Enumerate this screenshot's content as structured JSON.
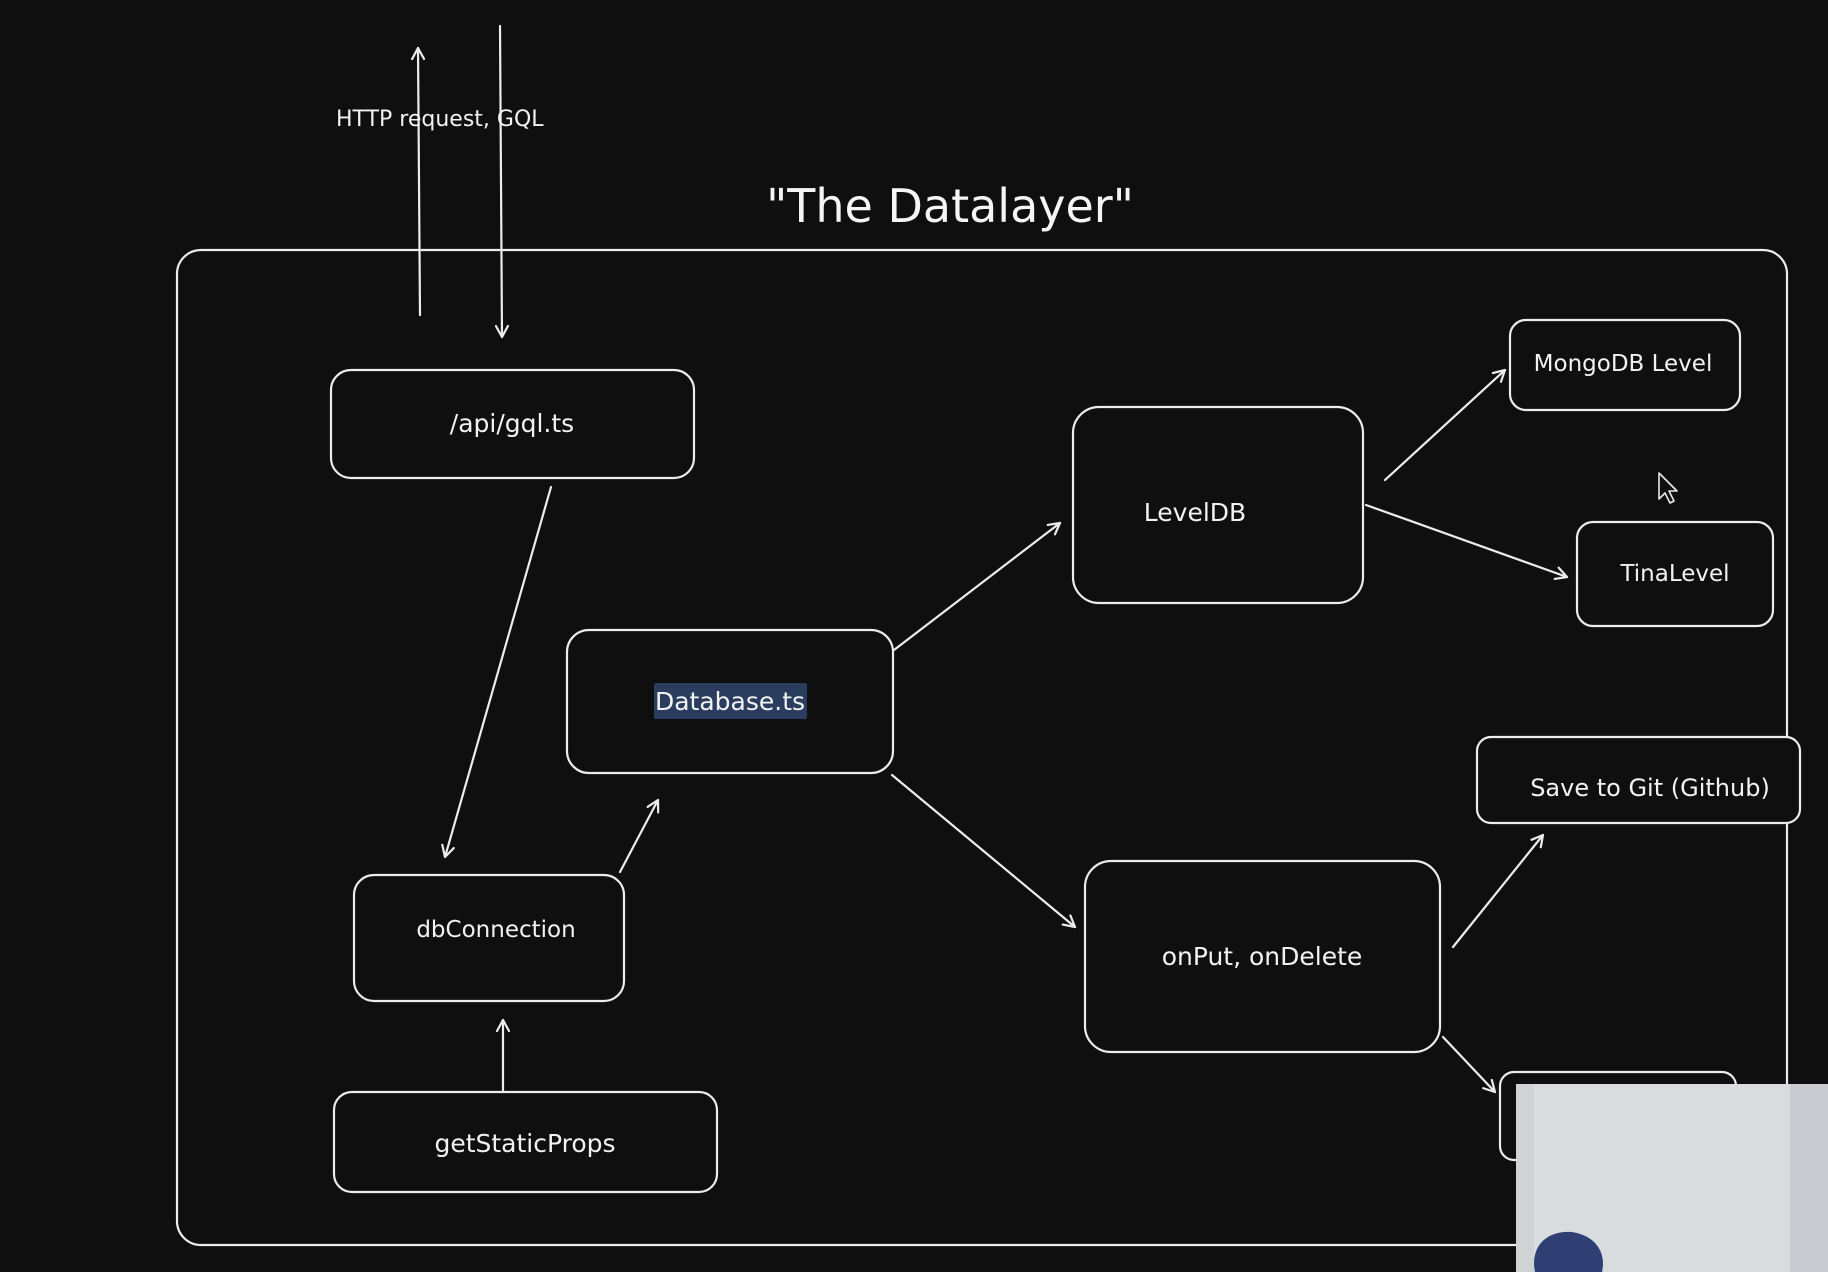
{
  "diagram": {
    "title": "\"The Datalayer\"",
    "external_label": "HTTP request, GQL",
    "nodes": {
      "api_gql": "/api/gql.ts",
      "db_connection": "dbConnection",
      "get_static_props": "getStaticProps",
      "database_ts": "Database.ts",
      "level_db": "LevelDB",
      "mongodb_level": "MongoDB Level",
      "tina_level": "TinaLevel",
      "on_put_delete": "onPut, onDelete",
      "save_to_git": "Save to Git (Github)"
    }
  },
  "colors": {
    "background": "#0f0f10",
    "stroke": "#ececec",
    "text_highlight": "#2a3d5e",
    "webcam_wall": "#d9dcdf"
  }
}
